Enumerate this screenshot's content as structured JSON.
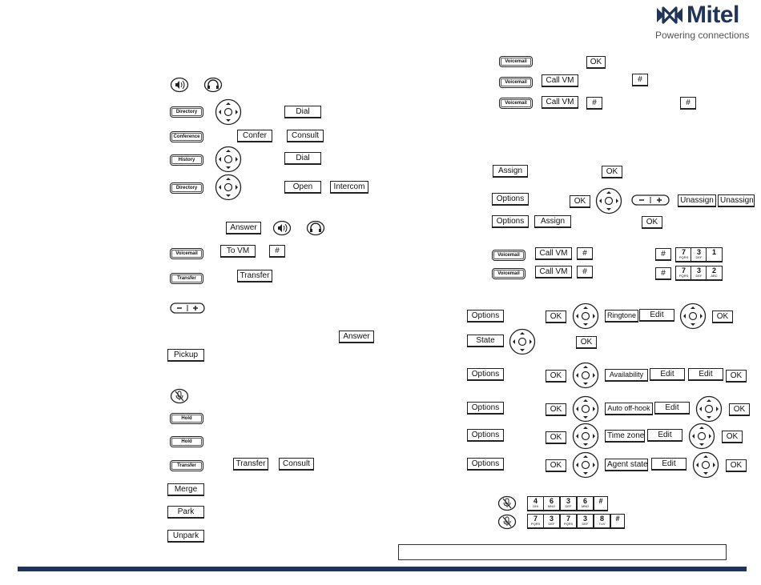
{
  "brand": {
    "name": "Mitel",
    "tagline": "Powering connections",
    "logo_color": "#1f3557"
  },
  "colors": {
    "rule": "#1f3557",
    "key_outline": "#222222"
  },
  "keys": {
    "directory": "Directory",
    "conference": "Conference",
    "history": "History",
    "voicemail": "Voicemail",
    "transfer": "Transfer",
    "hold": "Hold"
  },
  "softkeys": {
    "dial": "Dial",
    "confer": "Confer",
    "consult": "Consult",
    "open": "Open",
    "intercom": "Intercom",
    "answer": "Answer",
    "to_vm": "To VM",
    "hash": "#",
    "transfer": "Transfer",
    "pickup": "Pickup",
    "merge": "Merge",
    "park": "Park",
    "unpark": "Unpark",
    "ok": "OK",
    "call_vm": "Call VM",
    "assign": "Assign",
    "options": "Options",
    "unassign": "Unassign",
    "ringtone": "Ringtone",
    "edit": "Edit",
    "state": "State",
    "availability": "Availability",
    "auto_offhook": "Auto off-hook",
    "time_zone": "Time zone",
    "agent_state": "Agent state"
  },
  "keypad": {
    "k1": {
      "digit": "1",
      "letters": ""
    },
    "k2": {
      "digit": "2",
      "letters": "ABC"
    },
    "k3": {
      "digit": "3",
      "letters": "DEF"
    },
    "k4": {
      "digit": "4",
      "letters": "GHI"
    },
    "k6": {
      "digit": "6",
      "letters": "MNO"
    },
    "k7": {
      "digit": "7",
      "letters": "PQRS"
    },
    "k8": {
      "digit": "8",
      "letters": "TUV"
    },
    "hash": {
      "digit": "#",
      "letters": ""
    }
  },
  "icons": [
    "speaker-icon",
    "headset-icon",
    "nav-pad-icon",
    "volume-rocker-icon",
    "mute-icon",
    "mitel-logo-icon"
  ]
}
